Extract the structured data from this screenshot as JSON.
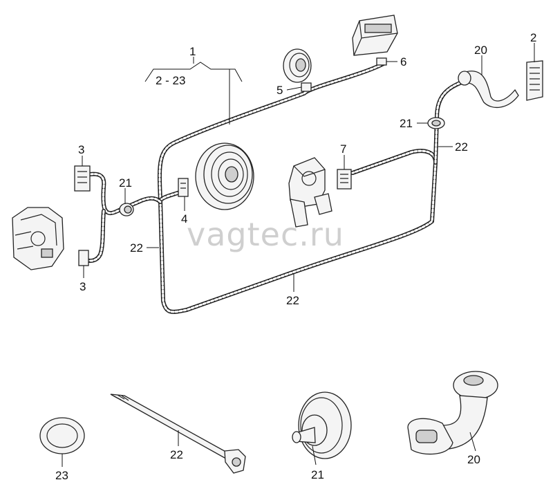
{
  "watermark": "vagtec.ru",
  "callouts": {
    "c1": "1",
    "c1_range": "2 - 23",
    "c2": "2",
    "c3_top": "3",
    "c3_bottom": "3",
    "c4": "4",
    "c5": "5",
    "c6": "6",
    "c7": "7",
    "c20_top": "20",
    "c20_bottom": "20",
    "c21_left": "21",
    "c21_right": "21",
    "c21_bottom": "21",
    "c22_left": "22",
    "c22_right": "22",
    "c22_center": "22",
    "c22_bottom": "22",
    "c23": "23"
  }
}
